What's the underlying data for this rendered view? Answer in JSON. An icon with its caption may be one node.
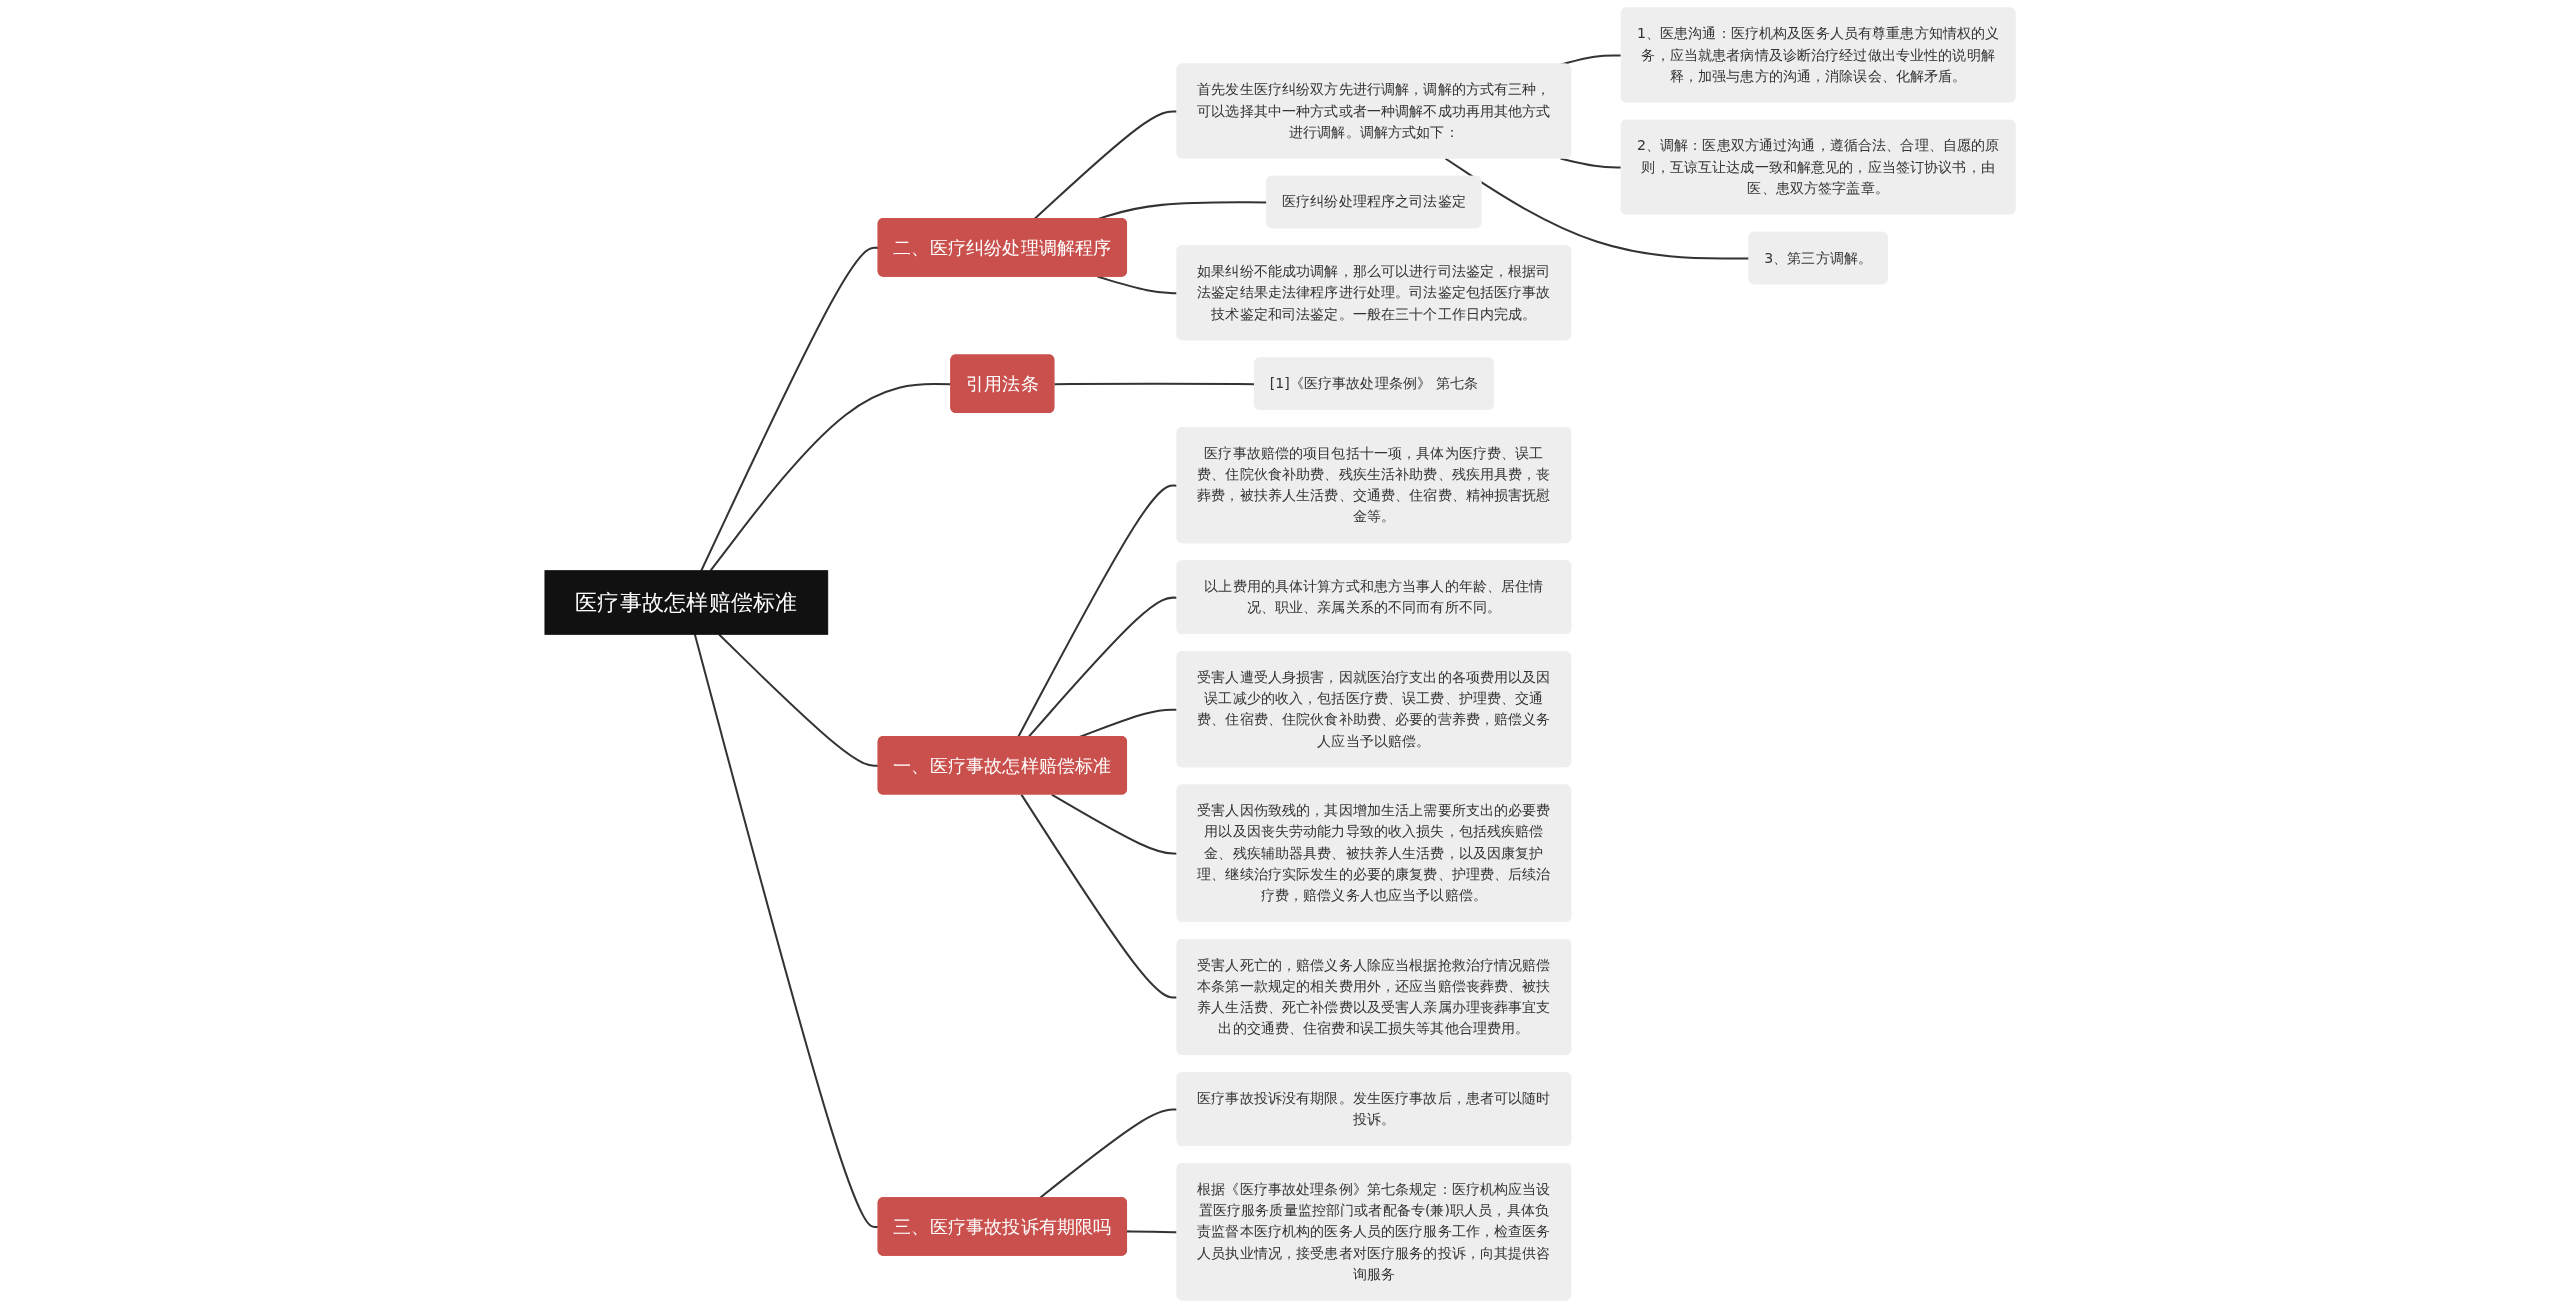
{
  "diagram": {
    "nodes": [
      {
        "text": [
          "医疗事故怎样赔偿标准"
        ]
      },
      {
        "text": [
          "二、医疗纠纷处理调解程序"
        ]
      },
      {
        "text": [
          "首先发生医疗纠纷双方先进行调解，调解的方式有三种，可以选择其中一种方式或者一种调解不成功再用其他方式进行调解。调解方式如下："
        ]
      },
      {
        "text": [
          "1、医患沟通：医疗机构及医务人员有尊重患方知情权的义务，应当就患者病情及诊断治疗经过做出专业性的说明解释，加强与患方的沟通，消除误会、化解矛盾。"
        ]
      },
      {
        "text": [
          "2、调解：医患双方通过沟通，遵循合法、合理、自愿的原则，互谅互让达成一致和解意见的，应当签订协议书，由医、患双方签字盖章。"
        ]
      },
      {
        "text": [
          "3、第三方调解。"
        ]
      },
      {
        "text": [
          "医疗纠纷处理程序之司法鉴定"
        ]
      },
      {
        "text": [
          "如果纠纷不能成功调解，那么可以进行司法鉴定，根据司法鉴定结果走法律程序进行处理。司法鉴定包括医疗事故技术鉴定和司法鉴定。一般在三十个工作日内完成。"
        ]
      },
      {
        "text": [
          "引用法条"
        ]
      },
      {
        "text": [
          "[1]《医疗事故处理条例》 第七条"
        ]
      },
      {
        "text": [
          "一、医疗事故怎样赔偿标准"
        ]
      },
      {
        "text": [
          "医疗事故赔偿的项目包括十一项，具体为医疗费、误工费、住院伙食补助费、残疾生活补助费、残疾用具费，丧葬费，被扶养人生活费、交通费、住宿费、精神损害抚慰金等。"
        ]
      },
      {
        "text": [
          "以上费用的具体计算方式和患方当事人的年龄、居住情况、职业、亲属关系的不同而有所不同。"
        ]
      },
      {
        "text": [
          "受害人遭受人身损害，因就医治疗支出的各项费用以及因误工减少的收入，包括医疗费、误工费、护理费、交通费、住宿费、住院伙食补助费、必要的营养费，赔偿义务人应当予以赔偿。"
        ]
      },
      {
        "text": [
          "受害人因伤致残的，其因增加生活上需要所支出的必要费用以及因丧失劳动能力导致的收入损失，包括残疾赔偿金、残疾辅助器具费、被扶养人生活费，以及因康复护理、继续治疗实际发生的必要的康复费、护理费、后续治疗费，赔偿义务人也应当予以赔偿。"
        ]
      },
      {
        "text": [
          "受害人死亡的，赔偿义务人除应当根据抢救治疗情况赔偿本条第一款规定的相关费用外，还应当赔偿丧葬费、被扶养人生活费、死亡补偿费以及受害人亲属办理丧葬事宜支出的交通费、住宿费和误工损失等其他合理费用。"
        ]
      },
      {
        "text": [
          "三、医疗事故投诉有期限吗"
        ]
      },
      {
        "text": [
          "医疗事故投诉没有期限。发生医疗事故后，患者可以随时投诉。"
        ]
      },
      {
        "text": [
          "根据《医疗事故处理条例》第七条规定：医疗机构应当设置医疗服务质量监控部门或者配备专(兼)职人员，具体负责监督本医疗机构的医务人员的医疗服务工作，检查医务人员执业情况，接受患者对医疗服务的投诉，向其提供咨询服务"
        ]
      }
    ],
    "edges": [
      {
        "from": 0,
        "to": 1,
        "arrow": "none"
      },
      {
        "from": 1,
        "to": 2,
        "arrow": "none"
      },
      {
        "from": 2,
        "to": 3,
        "arrow": "none"
      },
      {
        "from": 2,
        "to": 4,
        "arrow": "none"
      },
      {
        "from": 2,
        "to": 5,
        "arrow": "none"
      },
      {
        "from": 1,
        "to": 6,
        "arrow": "none"
      },
      {
        "from": 1,
        "to": 7,
        "arrow": "none"
      },
      {
        "from": 0,
        "to": 8,
        "arrow": "none"
      },
      {
        "from": 8,
        "to": 9,
        "arrow": "none"
      },
      {
        "from": 0,
        "to": 10,
        "arrow": "none"
      },
      {
        "from": 10,
        "to": 11,
        "arrow": "none"
      },
      {
        "from": 10,
        "to": 12,
        "arrow": "none"
      },
      {
        "from": 10,
        "to": 13,
        "arrow": "none"
      },
      {
        "from": 10,
        "to": 14,
        "arrow": "none"
      },
      {
        "from": 10,
        "to": 15,
        "arrow": "none"
      },
      {
        "from": 0,
        "to": 16,
        "arrow": "none"
      },
      {
        "from": 16,
        "to": 17,
        "arrow": "none"
      },
      {
        "from": 16,
        "to": 18,
        "arrow": "none"
      }
    ]
  }
}
